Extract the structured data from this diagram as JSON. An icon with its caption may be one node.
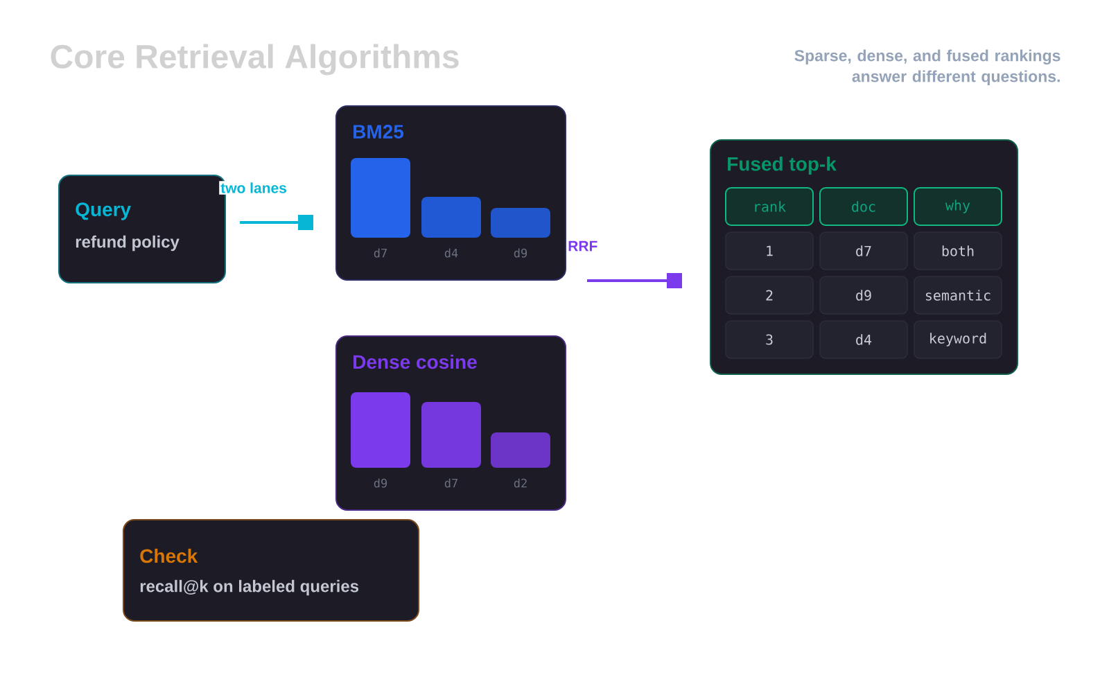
{
  "diagram": {
    "title": "Core Retrieval Algorithms",
    "nodes": [
      {
        "text": [
          "Query",
          "refund policy"
        ]
      },
      {
        "text": [
          "BM25",
          "d7",
          "d4",
          "d9"
        ]
      },
      {
        "text": [
          "Dense cosine",
          "d9",
          "d7",
          "d2"
        ]
      },
      {
        "text": [
          "Fused top-k"
        ]
      },
      {
        "text": [
          "rank"
        ],
        "in": 3
      },
      {
        "text": [
          "doc"
        ],
        "in": 3
      },
      {
        "text": [
          "why"
        ],
        "in": 3
      },
      {
        "text": [
          "1"
        ],
        "in": 3
      },
      {
        "text": [
          "d7"
        ],
        "in": 3
      },
      {
        "text": [
          "both"
        ],
        "in": 3
      },
      {
        "text": [
          "2"
        ],
        "in": 3
      },
      {
        "text": [
          "d9"
        ],
        "in": 3
      },
      {
        "text": [
          "semantic"
        ],
        "in": 3
      },
      {
        "text": [
          "3"
        ],
        "in": 3
      },
      {
        "text": [
          "d4"
        ],
        "in": 3
      },
      {
        "text": [
          "keyword"
        ],
        "in": 3
      },
      {
        "text": [
          "Check",
          "recall@k on labeled queries"
        ]
      }
    ],
    "edges": [
      {
        "from": 0,
        "to": 1,
        "arrow": "other",
        "label": "two lanes",
        "color": "#06b6d4"
      },
      {
        "from": 1,
        "to": 3,
        "arrow": "other",
        "label": "RRF",
        "color": "#7c3aed"
      }
    ],
    "labels": [
      "Sparse, dense, and fused rankings answer different questions."
    ]
  }
}
